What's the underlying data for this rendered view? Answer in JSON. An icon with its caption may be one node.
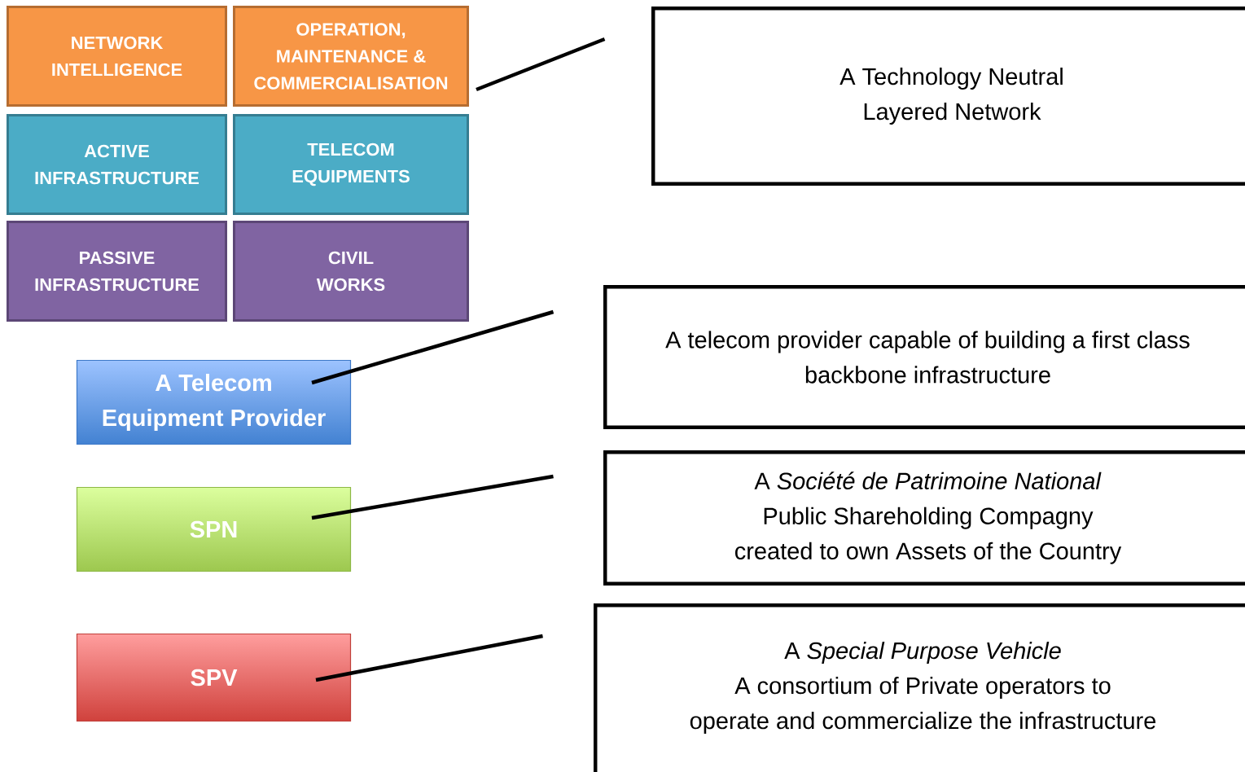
{
  "diagram": {
    "nodes": [
      {
        "text": [
          "NETWORK INTELLIGENCE"
        ]
      },
      {
        "text": [
          "OPERATION, MAINTENANCE & COMMERCIALISATION"
        ]
      },
      {
        "text": [
          "A Technology Neutral Layered Network"
        ]
      },
      {
        "text": [
          "ACTIVE INFRASTRUCTURE"
        ]
      },
      {
        "text": [
          "TELECOM EQUIPMENTS"
        ]
      },
      {
        "text": [
          "PASSIVE INFRASTRUCTURE"
        ]
      },
      {
        "text": [
          "CIVIL WORKS"
        ]
      },
      {
        "text": [
          "A Telecom Equipment Provider"
        ]
      },
      {
        "text": [
          "A telecom provider capable of building a first class backbone infrastructure"
        ]
      },
      {
        "text": [
          "SPN"
        ]
      },
      {
        "text": [
          "A *Société de Patrimoine National*",
          "Public Shareholding Compagny",
          "created to own Assets of the Country"
        ]
      },
      {
        "text": [
          "SPV"
        ]
      },
      {
        "text": [
          "A *Special Purpose Vehicle*",
          "A consortium of Private operators to",
          "operate and commercialize the infrastructure"
        ]
      }
    ],
    "edges": [
      {
        "from": 1,
        "to": 2,
        "arrow": "none"
      },
      {
        "from": 7,
        "to": 8,
        "arrow": "none"
      },
      {
        "from": 9,
        "to": 10,
        "arrow": "none"
      },
      {
        "from": 11,
        "to": 12,
        "arrow": "none"
      }
    ]
  }
}
